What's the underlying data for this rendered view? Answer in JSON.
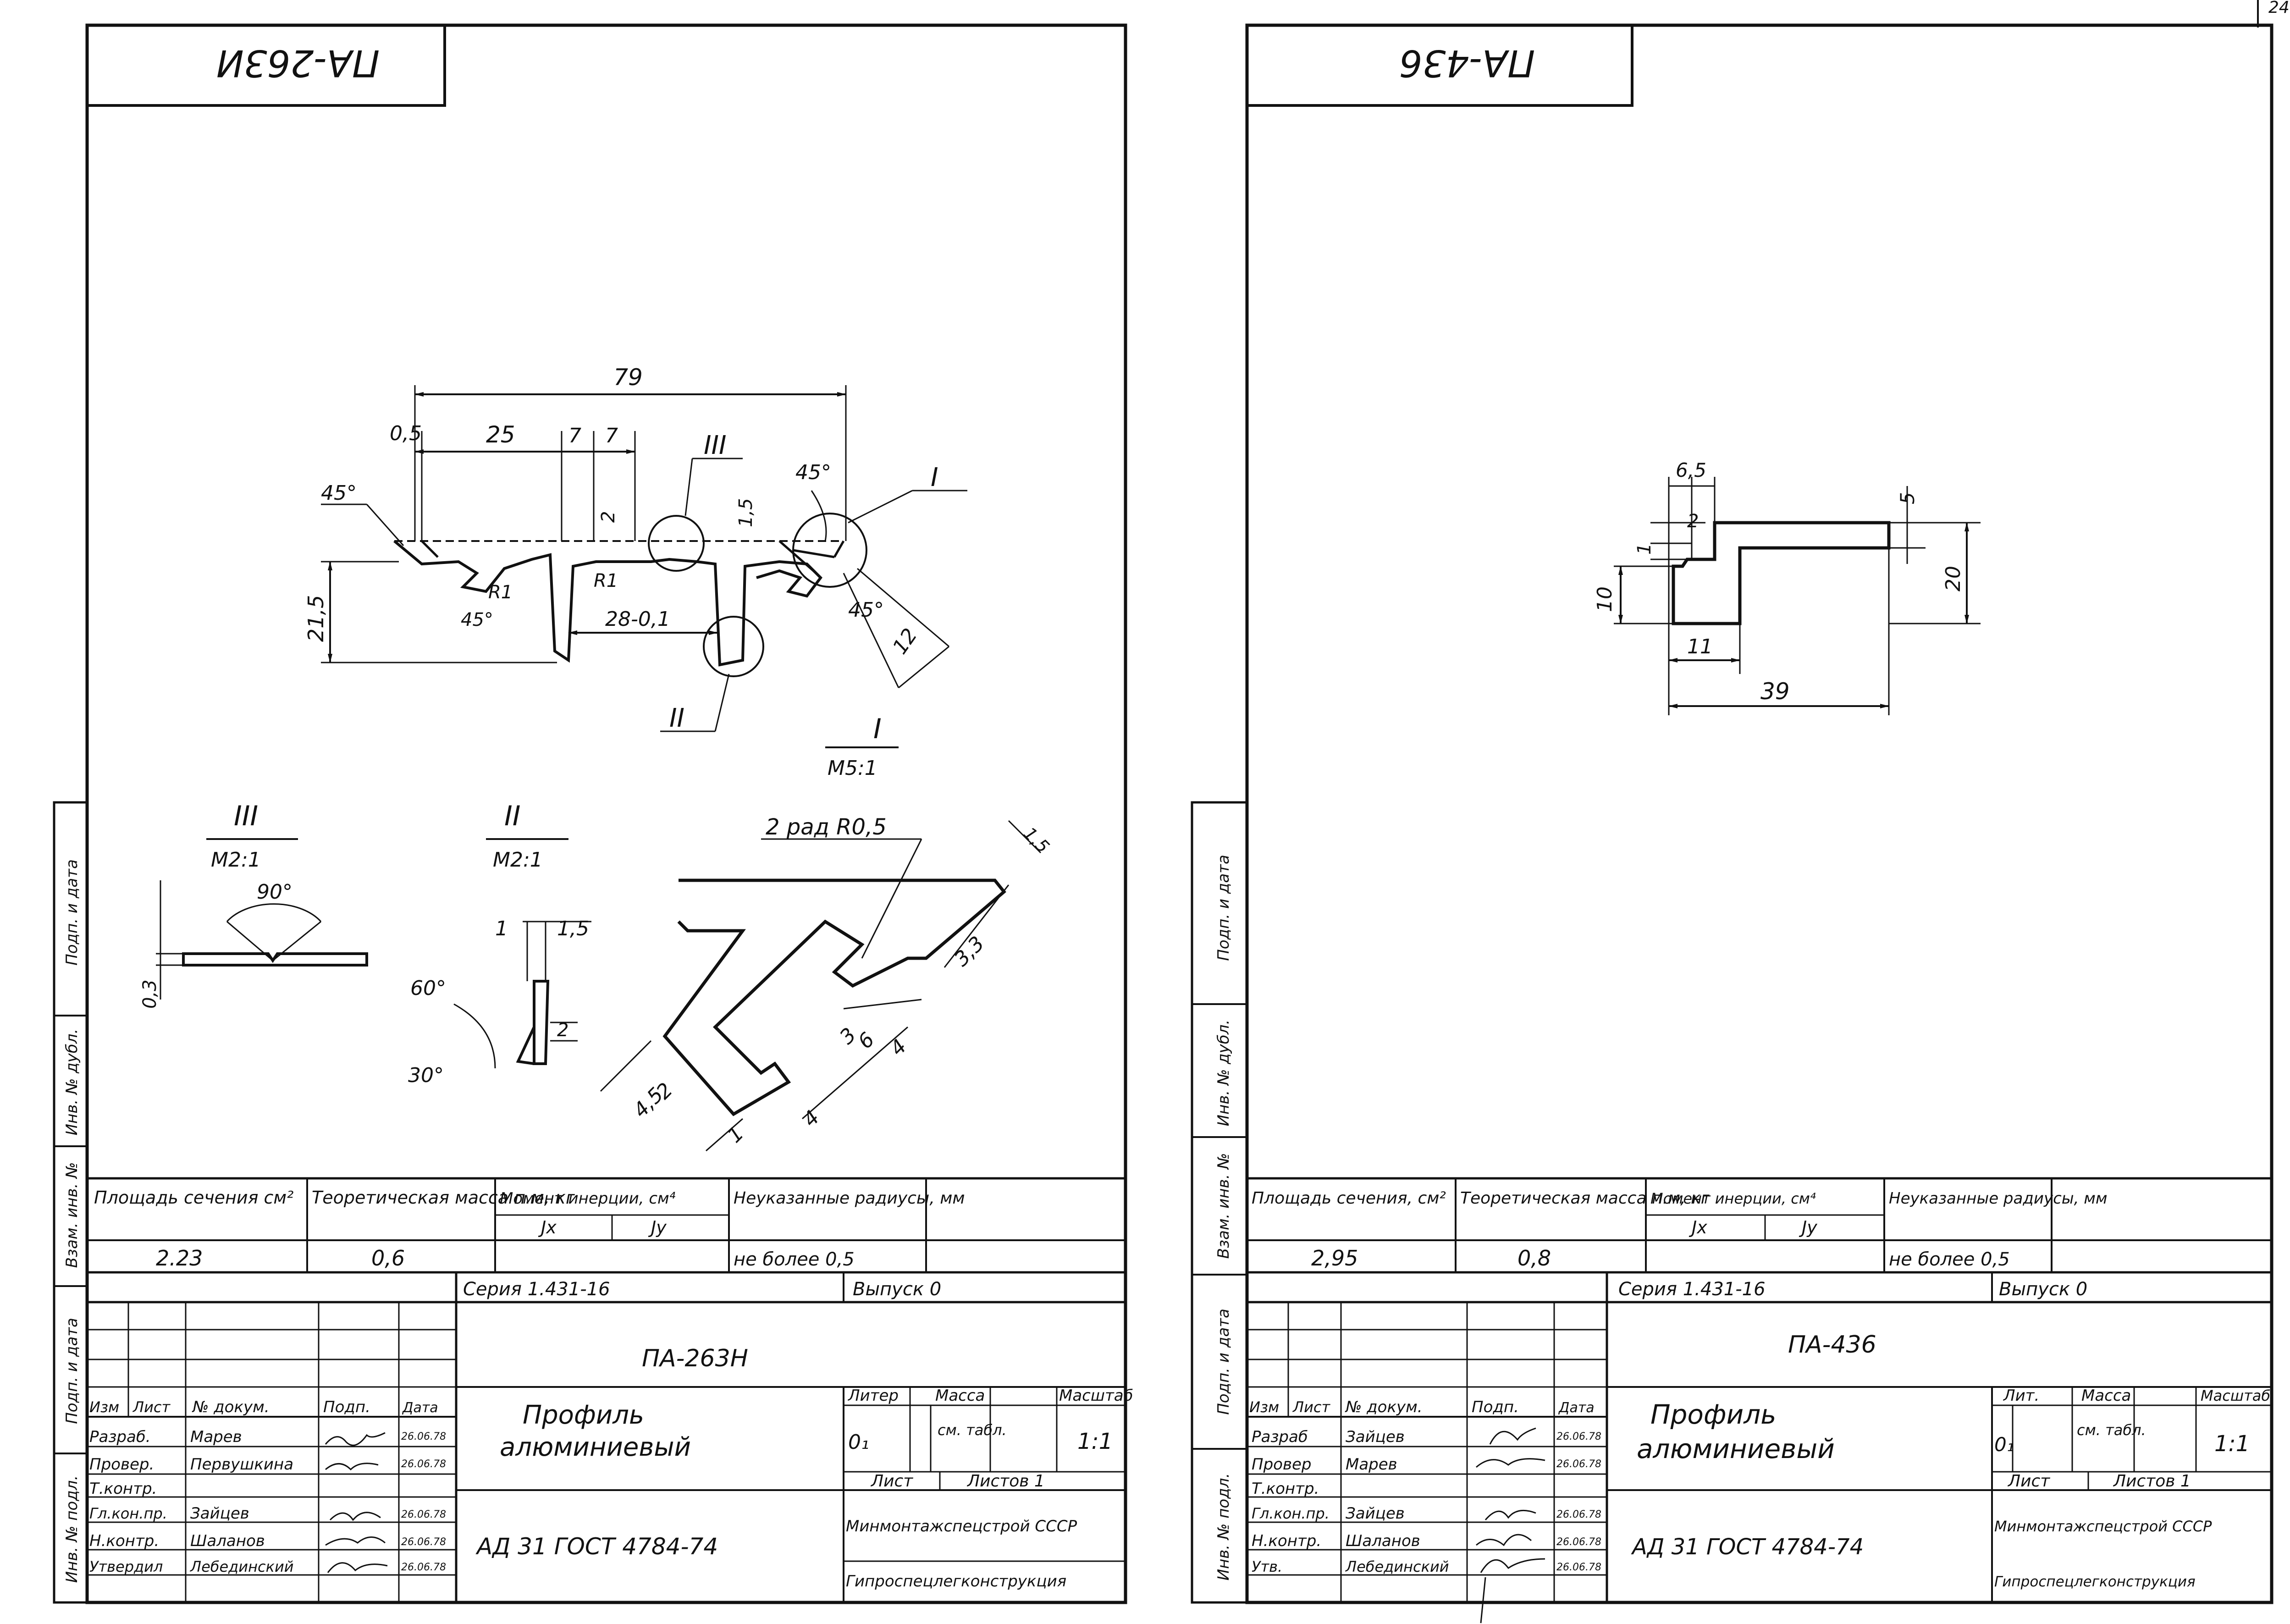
{
  "page_number": "24",
  "sheet_left": {
    "title_mirrored": "ПА-263И",
    "dims": {
      "d79": "79",
      "d0_5": "0,5",
      "d25": "25",
      "d7a": "7",
      "d7b": "7",
      "d2": "2",
      "d1_5": "1,5",
      "d45a": "45°",
      "d45b": "45°",
      "d45c": "45°",
      "d45d": "45°",
      "d21_5": "21,5",
      "r1a": "R1",
      "r1b": "R1",
      "d28": "28-0,1",
      "d12": "12"
    },
    "callouts": {
      "c1": "I",
      "c2": "II",
      "c3": "III",
      "det1_label": "I",
      "det1_scale": "М5:1",
      "det2_label": "II",
      "det2_scale": "М2:1",
      "det3_label": "III",
      "det3_scale": "М2:1"
    },
    "detail3": {
      "angle": "90°",
      "thick": "0,3"
    },
    "detail2": {
      "d1": "1",
      "d1_5": "1,5",
      "a60": "60°",
      "a30": "30°",
      "d2": "2"
    },
    "detail1": {
      "radius_note": "2 рад R0,5",
      "d15": "1,5",
      "d3_3": "3,3",
      "d3": "3",
      "d6": "6",
      "d4a": "4",
      "d4b": "4",
      "d2": "2",
      "d4_5": "4,5",
      "d1": "1"
    },
    "props": {
      "h_area": "Площадь сечения см²",
      "h_mass": "Теоретическая масса п.м, кг",
      "h_moment": "Момент инерции, см⁴",
      "h_jx": "Jx",
      "h_jy": "Jy",
      "h_radii": "Неуказанные радиусы, мм",
      "v_area": "2.23",
      "v_mass": "0,6",
      "v_radii": "не более 0,5"
    },
    "stamp": {
      "series": "Серия 1.431-16",
      "issue": "Выпуск 0",
      "code": "ПА-263Н",
      "name_line1": "Профиль",
      "name_line2": "алюминиевый",
      "material": "АД 31  ГОСТ 4784-74",
      "h_liter": "Литер",
      "h_mass": "Масса",
      "h_scale": "Масштаб",
      "liter": "0₁",
      "mass": "см. табл.",
      "scale": "1:1",
      "sheet": "Лист",
      "sheets": "Листов 1",
      "org1": "Минмонтажспецстрой СССР",
      "org2": "Гипроспецлегконструкция",
      "col_izm": "Изм",
      "col_list": "Лист",
      "col_doc": "№ докум.",
      "col_sign": "Подп.",
      "col_date": "Дата",
      "rows": [
        {
          "role": "Разраб.",
          "name": "Марев",
          "date": "26.06.78"
        },
        {
          "role": "Провер.",
          "name": "Первушкина",
          "date": "26.06.78"
        },
        {
          "role": "Т.контр.",
          "name": "",
          "date": ""
        },
        {
          "role": "Гл.кон.пр.",
          "name": "Зайцев",
          "date": "26.06.78"
        },
        {
          "role": "Н.контр.",
          "name": "Шаланов",
          "date": "26.06.78"
        },
        {
          "role": "Утвердил",
          "name": "Лебединский",
          "date": "26.06.78"
        }
      ]
    },
    "margin": {
      "m1": "Подп. и дата",
      "m2": "Инв. № дубл.",
      "m3": "Взам. инв. №",
      "m4": "Подп. и дата",
      "m5": "Инв. № подл."
    }
  },
  "sheet_right": {
    "title_mirrored": "ПА-436",
    "dims": {
      "d6_5": "6,5",
      "d2": "2",
      "d1": "1",
      "d10": "10",
      "d11": "11",
      "d39": "39",
      "d5": "5",
      "d20": "20"
    },
    "props": {
      "h_area": "Площадь сечения, см²",
      "h_mass": "Теоретическая масса п.м, кг",
      "h_moment": "Момент инерции, см⁴",
      "h_jx": "Jx",
      "h_jy": "Jy",
      "h_radii": "Неуказанные радиусы, мм",
      "v_area": "2,95",
      "v_mass": "0,8",
      "v_radii": "не более 0,5"
    },
    "stamp": {
      "series": "Серия 1.431-16",
      "issue": "Выпуск 0",
      "code": "ПА-436",
      "name_line1": "Профиль",
      "name_line2": "алюминиевый",
      "material": "АД 31 ГОСТ 4784-74",
      "h_liter": "Лит.",
      "h_mass": "Масса",
      "h_scale": "Масштаб",
      "liter": "0₁",
      "mass": "см. табл.",
      "scale": "1:1",
      "sheet": "Лист",
      "sheets": "Листов 1",
      "org1": "Минмонтажспецстрой СССР",
      "org2": "Гипроспецлегконструкция",
      "col_izm": "Изм",
      "col_list": "Лист",
      "col_doc": "№ докум.",
      "col_sign": "Подп.",
      "col_date": "Дата",
      "rows": [
        {
          "role": "Разраб",
          "name": "Зайцев",
          "date": "26.06.78"
        },
        {
          "role": "Провер",
          "name": "Марев",
          "date": "26.06.78"
        },
        {
          "role": "Т.контр.",
          "name": "",
          "date": ""
        },
        {
          "role": "Гл.кон.пр.",
          "name": "Зайцев",
          "date": "26.06.78"
        },
        {
          "role": "Н.контр.",
          "name": "Шаланов",
          "date": "26.06.78"
        },
        {
          "role": "Утв.",
          "name": "Лебединский",
          "date": "26.06.78"
        }
      ]
    },
    "margin": {
      "m1": "Подп. и дата",
      "m2": "Инв. № дубл.",
      "m3": "Взам. инв. №",
      "m4": "Подп. и дата",
      "m5": "Инв. № подл."
    }
  }
}
